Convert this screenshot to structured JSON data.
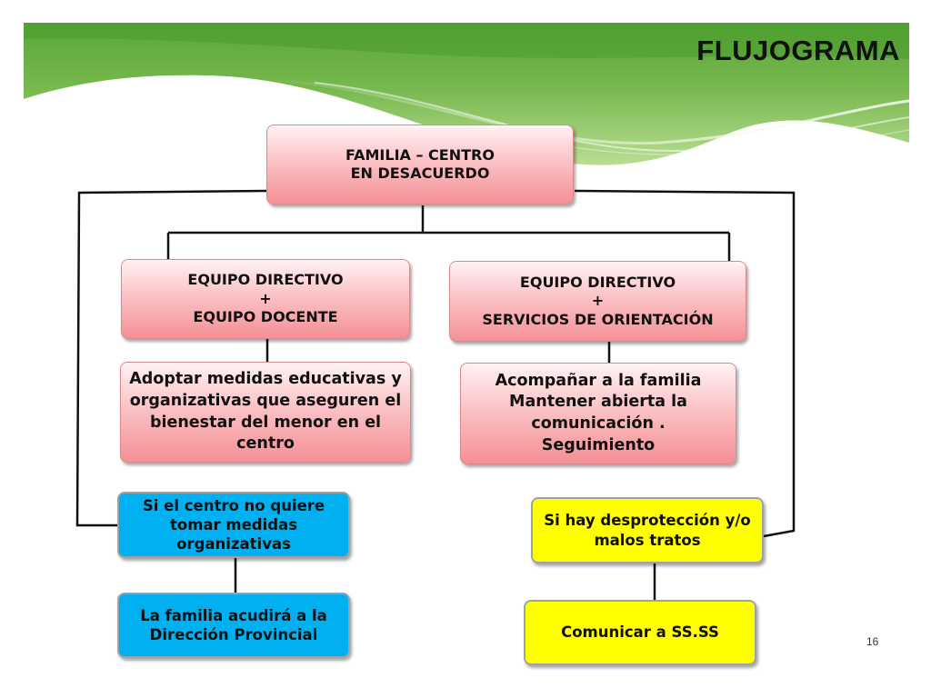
{
  "slide": {
    "title": "FLUJOGRAMA",
    "page_number": "16"
  },
  "colors": {
    "banner_green_dark": "#4e9a2f",
    "banner_green_light": "#a7d37c",
    "box_pink": "#f7aeb1",
    "box_blue": "#00b0f0",
    "box_yellow": "#ffff00",
    "connector": "#111111"
  },
  "nodes": {
    "root": {
      "lines": [
        "FAMILIA – CENTRO",
        "EN DESACUERDO"
      ]
    },
    "left_team": {
      "lines": [
        "EQUIPO DIRECTIVO",
        "+",
        "EQUIPO DOCENTE"
      ]
    },
    "right_team": {
      "lines": [
        "EQUIPO DIRECTIVO",
        "+",
        "SERVICIOS DE ORIENTACIÓN"
      ]
    },
    "left_action": {
      "lines": [
        "Adoptar medidas educativas y",
        "organizativas que aseguren el",
        "bienestar del menor en el",
        "centro"
      ]
    },
    "right_action": {
      "lines": [
        "Acompañar a la familia",
        "Mantener abierta la",
        "comunicación .",
        "Seguimiento"
      ]
    },
    "left_condition": {
      "lines": [
        "Si el centro no quiere",
        "tomar medidas",
        "organizativas"
      ]
    },
    "right_condition": {
      "lines": [
        "Si hay desprotección y/o",
        "malos tratos"
      ]
    },
    "left_result": {
      "lines": [
        "La familia acudirá a la",
        "Dirección Provincial"
      ]
    },
    "right_result": {
      "lines": [
        "Comunicar a SS.SS"
      ]
    }
  }
}
